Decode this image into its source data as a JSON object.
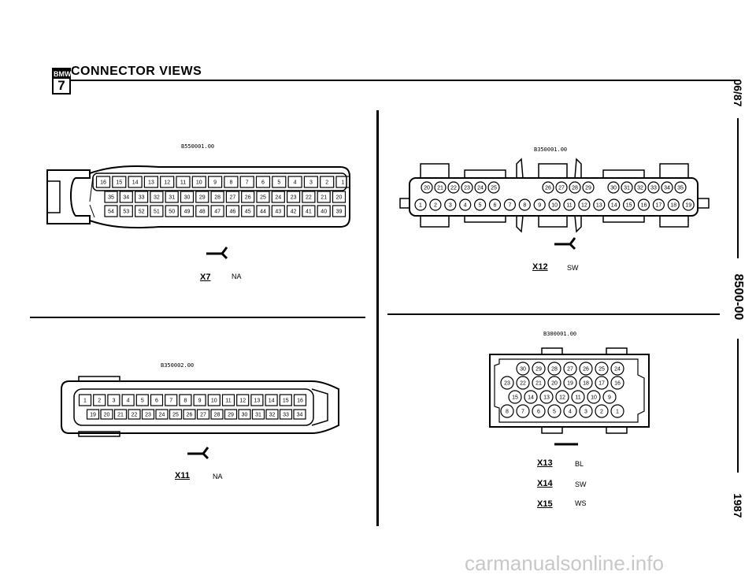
{
  "header": {
    "logo_top": "BMW",
    "logo_number": "7",
    "title": "CONNECTOR VIEWS"
  },
  "side_margin": {
    "date": "06/87",
    "section": "8500-00",
    "year": "1987"
  },
  "connectors": {
    "x7": {
      "part_number": "B550001.00",
      "id": "X7",
      "color": "NA",
      "row1": [
        16,
        15,
        14,
        13,
        12,
        11,
        10,
        9,
        8,
        7,
        6,
        5,
        4,
        3,
        2,
        1
      ],
      "row2": [
        35,
        34,
        33,
        32,
        31,
        30,
        29,
        28,
        27,
        26,
        25,
        24,
        23,
        22,
        21,
        20
      ],
      "row3": [
        54,
        53,
        52,
        51,
        50,
        49,
        48,
        47,
        46,
        45,
        44,
        43,
        42,
        41,
        40,
        39
      ]
    },
    "x12": {
      "part_number": "B350001.00",
      "id": "X12",
      "color": "SW",
      "row1": [
        20,
        21,
        22,
        23,
        24,
        25,
        26,
        27,
        28,
        29,
        30,
        31,
        32,
        33,
        34,
        35
      ],
      "row2": [
        1,
        2,
        3,
        4,
        5,
        6,
        7,
        8,
        9,
        10,
        11,
        12,
        13,
        14,
        15,
        16,
        17,
        18,
        19
      ]
    },
    "x11": {
      "part_number": "B350002.00",
      "id": "X11",
      "color": "NA",
      "row1": [
        1,
        2,
        3,
        4,
        5,
        6,
        7,
        8,
        9,
        10,
        11,
        12,
        13,
        14,
        15,
        16
      ],
      "row2": [
        19,
        20,
        21,
        22,
        23,
        24,
        25,
        26,
        27,
        28,
        29,
        30,
        31,
        32,
        33,
        34
      ]
    },
    "x13_15": {
      "part_number": "B300001.00",
      "row1": [
        30,
        29,
        28,
        27,
        26,
        25,
        24
      ],
      "row2": [
        23,
        22,
        21,
        20,
        19,
        18,
        17,
        16
      ],
      "row3": [
        15,
        14,
        13,
        12,
        11,
        10,
        9
      ],
      "row4": [
        8,
        7,
        6,
        5,
        4,
        3,
        2,
        1
      ],
      "labels": [
        {
          "id": "X13",
          "color": "BL"
        },
        {
          "id": "X14",
          "color": "SW"
        },
        {
          "id": "X15",
          "color": "WS"
        }
      ]
    }
  },
  "watermark": "carmanualsonline.info"
}
